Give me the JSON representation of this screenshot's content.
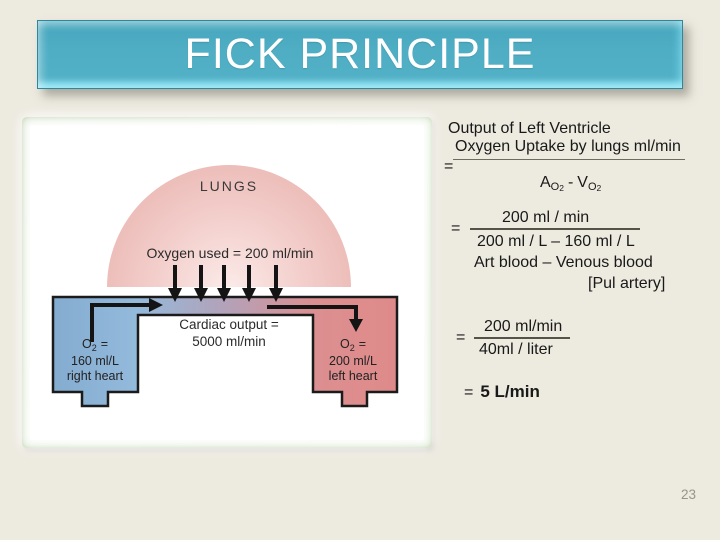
{
  "slide": {
    "title": "FICK PRINCIPLE",
    "page_number": "23"
  },
  "colors": {
    "background": "#EDEAE0",
    "title_fill": "#4FAEC4",
    "title_text": "#FFFFFF",
    "frame_green": "#C9DCBA",
    "lungs_pink": "#EFC3BF",
    "venous_blue": "#8FB7D8",
    "arterial_red": "#DE8F8F",
    "outline": "#1B1B1B"
  },
  "diagram": {
    "lungs_label": "LUNGS",
    "oxygen_used": "Oxygen used = 200 ml/min",
    "cardiac_output_line1": "Cardiac output =",
    "cardiac_output_line2": "5000 ml/min",
    "right_heart": {
      "o": "O",
      "sub": "2",
      "eq": "=",
      "value": "160 ml/L",
      "label": "right heart"
    },
    "left_heart": {
      "o": "O",
      "sub": "2",
      "eq": "=",
      "value": "200 ml/L",
      "label": "left heart"
    }
  },
  "formula": {
    "heading": "Output of Left Ventricle",
    "eq": "=",
    "f1_num": "Oxygen Uptake by lungs ml/min",
    "f1_den": {
      "a": "A",
      "a_sub_o": "O",
      "a_sub_2": "2",
      "minus": "-",
      "v": "V",
      "v_sub_o": "O",
      "v_sub_2": "2"
    },
    "f2_num": "200 ml / min",
    "f2_den": "200 ml / L – 160 ml / L",
    "f2_note1": "Art blood – Venous blood",
    "f2_note2": "[Pul artery]",
    "f3_num": "200 ml/min",
    "f3_den": "40ml / liter",
    "result": "5 L/min"
  }
}
